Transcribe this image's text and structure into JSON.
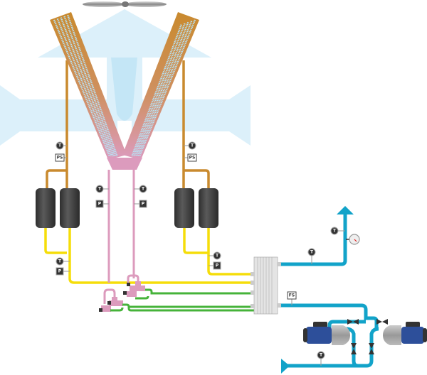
{
  "diagram": {
    "colors": {
      "air": "#dcf0fa",
      "air_core": "#c4e6f6",
      "refrigerant_hot": "#c98a2e",
      "refrigerant_liquid": "#f5dd0a",
      "refrigerant_pink": "#dc9bbd",
      "glycol_green": "#46b33a",
      "water_blue": "#12a3c9",
      "compressor": "#3a3a3a",
      "pump_motor": "#2d4f9a"
    },
    "sensors": {
      "temp": "T",
      "pressure_switch": "PS",
      "pressure": "P",
      "flow_switch": "FS"
    }
  }
}
